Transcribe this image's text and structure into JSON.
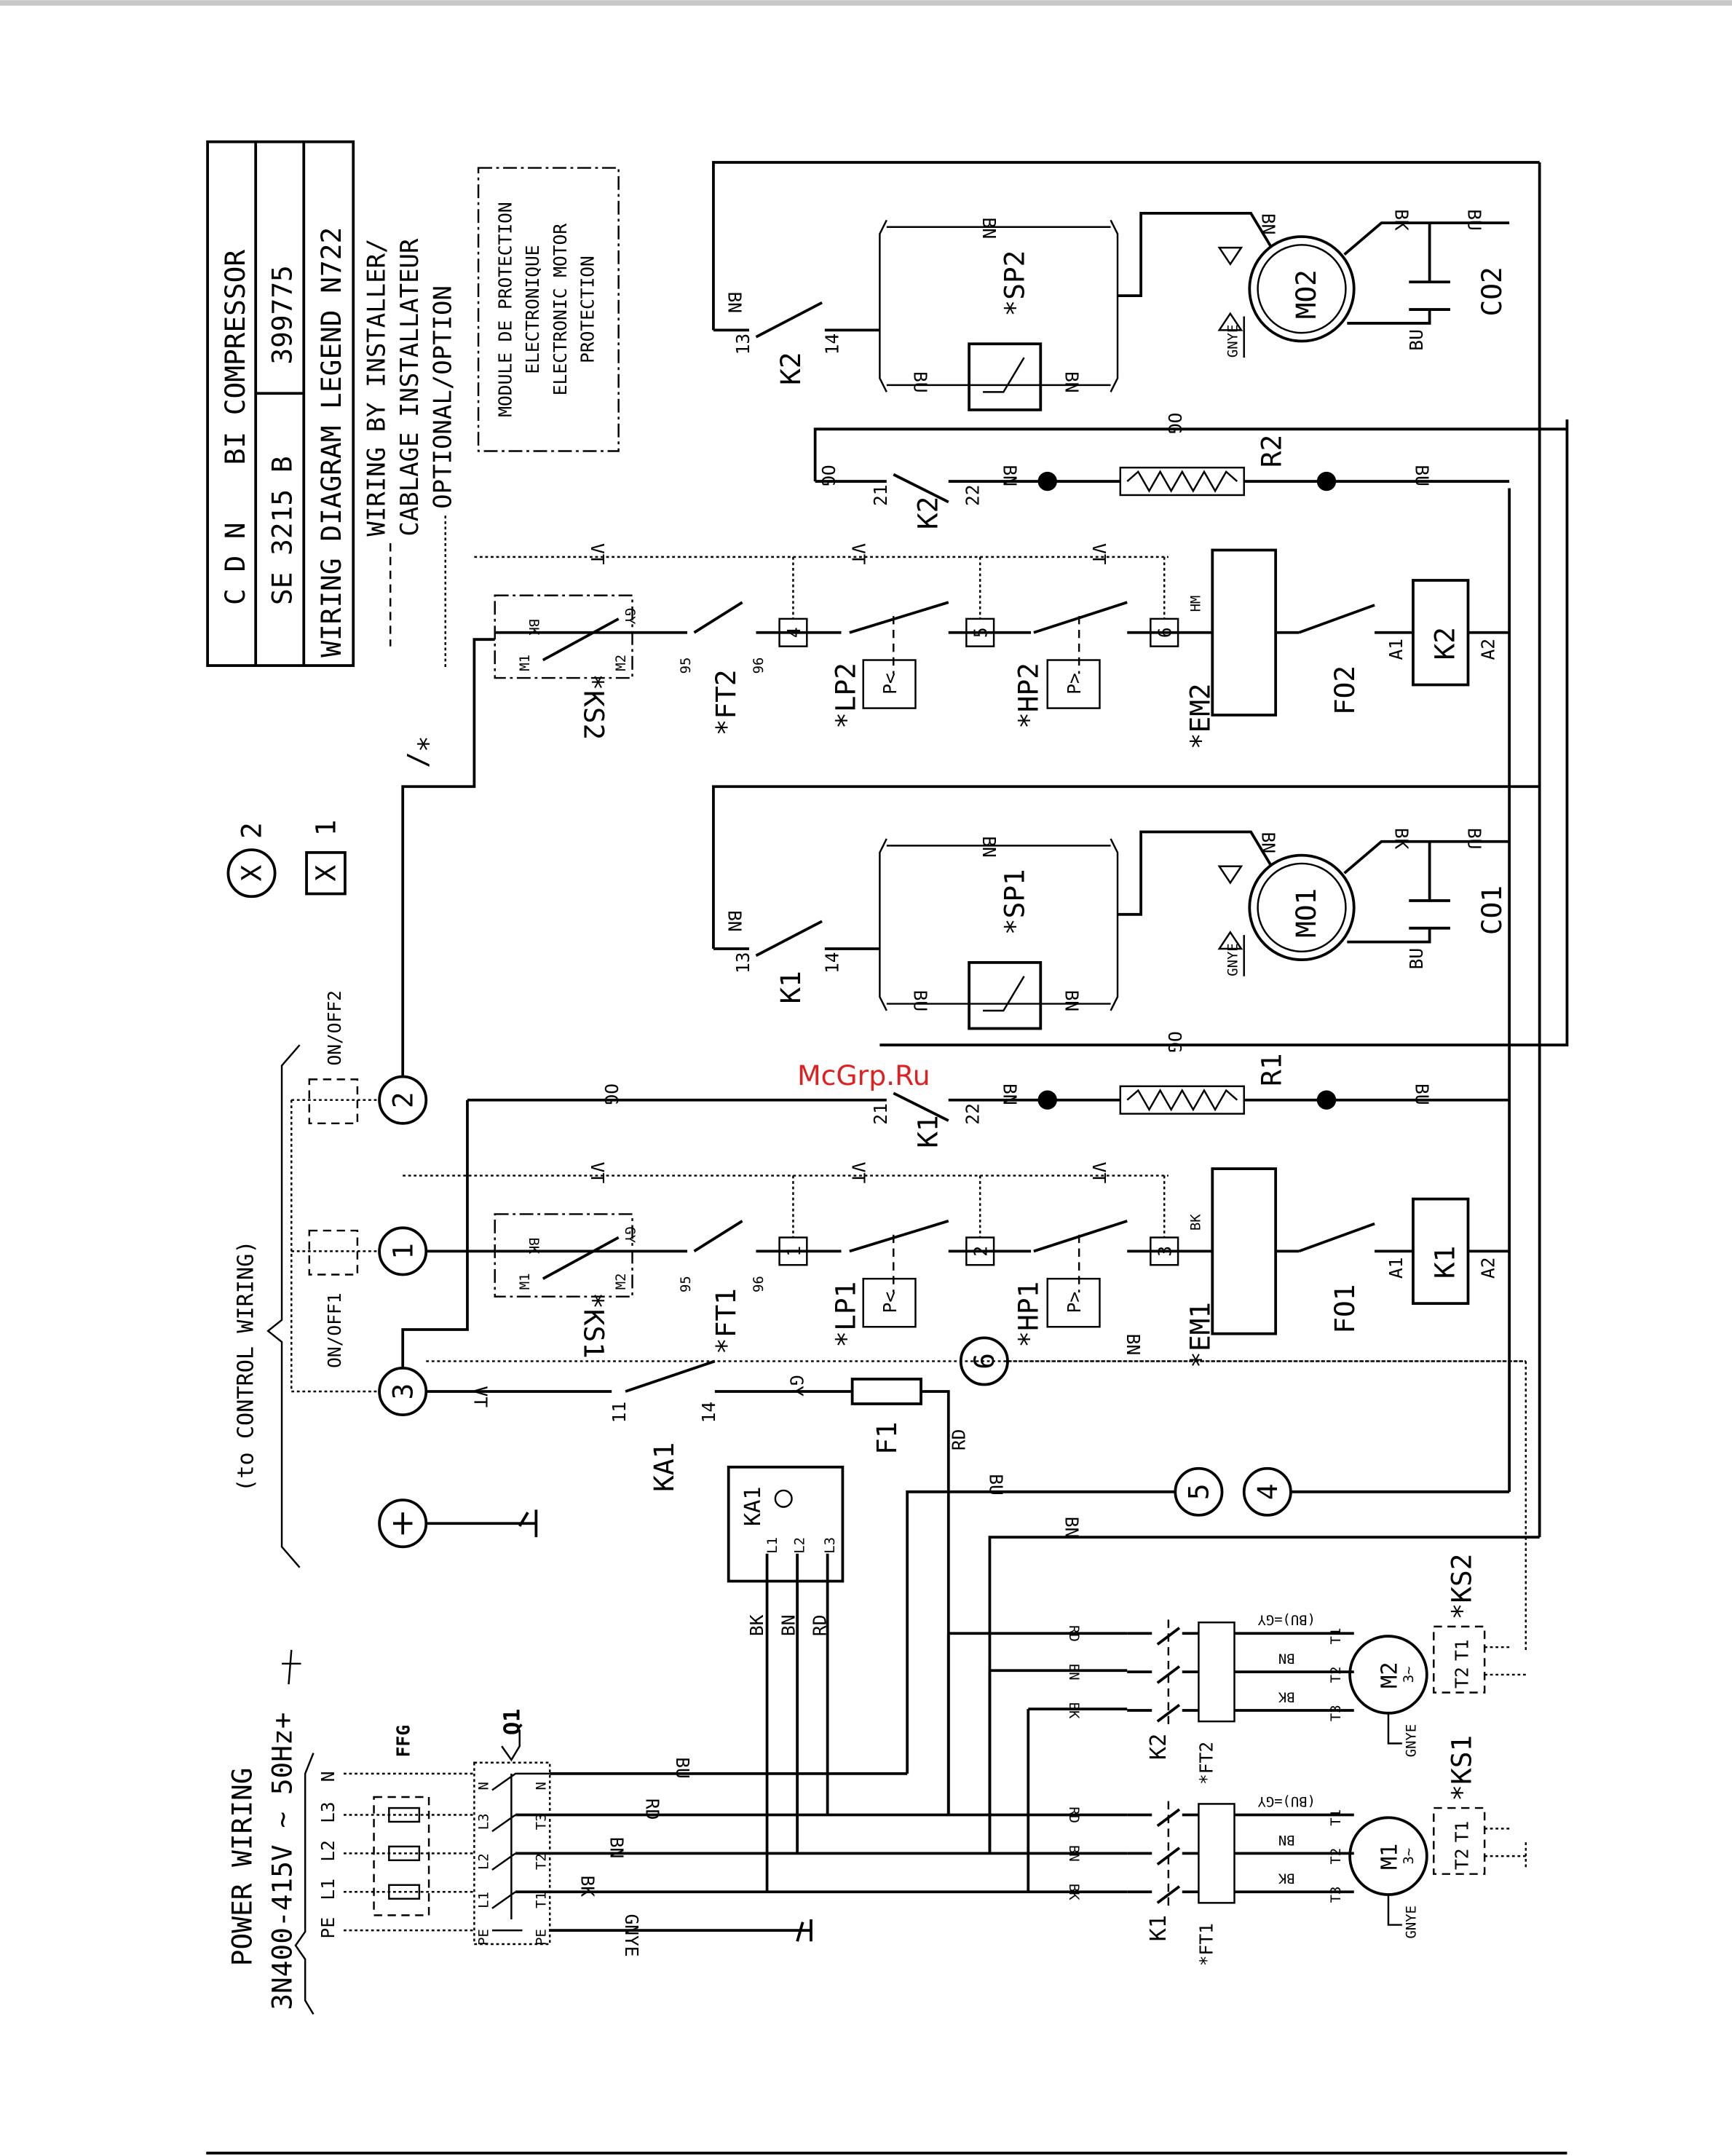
{
  "title_block": {
    "row1_left": "C D N",
    "row1_right": "BI COMPRESSOR",
    "row2_left": "SE 3215 B",
    "row2_right": "399775",
    "row3": "WIRING DIAGRAM LEGEND N722"
  },
  "legend": {
    "installer_en": "WIRING BY INSTALLER/",
    "installer_fr": "CABLAGE INSTALLATEUR",
    "optional": "OPTIONAL/OPTION",
    "star": "*/",
    "module": [
      "MODULE DE PROTECTION",
      "ELECTRONIQUE",
      "ELECTRONIC MOTOR",
      "PROTECTION"
    ],
    "qty_circle_symbol": "X",
    "qty_circle_count": "2",
    "qty_box_symbol": "X",
    "qty_box_count": "1"
  },
  "control": {
    "title": "(to CONTROL WIRING)",
    "on_off1": "ON/OFF1",
    "on_off2": "ON/OFF2",
    "terminals": [
      "1",
      "2",
      "3",
      "4",
      "5",
      "6"
    ]
  },
  "power": {
    "title": "POWER WIRING",
    "supply": "3N400-415V ~ 50Hz+",
    "inputs": [
      "PE",
      "L1",
      "L2",
      "L3",
      "N"
    ],
    "switch_in": [
      "PE",
      "L1",
      "L2",
      "L3",
      "N"
    ],
    "switch_out": [
      "PE",
      "T1",
      "T2",
      "T3",
      "N"
    ],
    "ffg": "FFG",
    "q1": "Q1",
    "wires": [
      "BU",
      "RD",
      "BN",
      "BK",
      "GNYE"
    ]
  },
  "relay": {
    "ka1": "KA1",
    "ka1_terminals": [
      "L1",
      "L2",
      "L3"
    ],
    "ka1_wires": [
      "BK",
      "BN",
      "RD"
    ],
    "contact_11": "11",
    "contact_14": "14",
    "f1": "F1",
    "vt": "VT",
    "gy": "GY",
    "rd": "RD",
    "bu": "BU",
    "bn": "BN",
    "bn2": "BN"
  },
  "circuits": [
    {
      "ks": "*KS1",
      "ft": "*FT1",
      "lp": "*LP1",
      "hp": "*HP1",
      "em": "*EM1",
      "fo": "FO1",
      "k": "K1",
      "r": "R1",
      "sp": "*SP1",
      "mo": "MO1",
      "co": "CO1",
      "box_terms": [
        "1",
        "2",
        "3"
      ],
      "p_low": "P<",
      "p_high": "P>",
      "m1": "M1",
      "m2": "M2",
      "bk": "BK",
      "gy": "GY",
      "c95": "95",
      "c96": "96",
      "og": "OG",
      "vt": "VT",
      "a1": "A1",
      "a2": "A2",
      "c21": "21",
      "c22": "22",
      "c13": "13",
      "c14": "14",
      "bn": "BN",
      "bu": "BU",
      "gnye": "GNYE",
      "mo_bk": "BK",
      "em_wire": "BK"
    },
    {
      "ks": "*KS2",
      "ft": "*FT2",
      "lp": "*LP2",
      "hp": "*HP2",
      "em": "*EM2",
      "fo": "FO2",
      "k": "K2",
      "r": "R2",
      "sp": "*SP2",
      "mo": "MO2",
      "co": "CO2",
      "box_terms": [
        "4",
        "5",
        "6"
      ],
      "p_low": "P<",
      "p_high": "P>",
      "m1": "M1",
      "m2": "M2",
      "bk": "BK",
      "gy": "GY",
      "c95": "95",
      "c96": "96",
      "og": "OG",
      "vt": "VT",
      "a1": "A1",
      "a2": "A2",
      "c21": "21",
      "c22": "22",
      "c13": "13",
      "c14": "14",
      "bn": "BN",
      "bu": "BU",
      "gnye": "GNYE",
      "mo_bk": "BK",
      "em_wire": "HM"
    }
  ],
  "motors": [
    {
      "contactor": "K1",
      "overload": "*FT1",
      "motor": "M1",
      "phase": "3~",
      "protector": "*KS1",
      "wires_in": [
        "RD",
        "BN",
        "BK"
      ],
      "wires_out": [
        "(BU)=GY",
        "BN",
        "BK"
      ],
      "terms": [
        "T1",
        "T2",
        "T3"
      ],
      "kst": [
        "T2",
        "T1"
      ],
      "gnye": "GNYE"
    },
    {
      "contactor": "K2",
      "overload": "*FT2",
      "motor": "M2",
      "phase": "3~",
      "protector": "*KS2",
      "wires_in": [
        "RD",
        "BN",
        "BK"
      ],
      "wires_out": [
        "(BU)=GY",
        "BN",
        "BK"
      ],
      "terms": [
        "T1",
        "T2",
        "T3"
      ],
      "kst": [
        "T2",
        "T1"
      ],
      "gnye": "GNYE"
    }
  ],
  "watermark": "McGrp.Ru",
  "colors": {
    "line": "#000000",
    "watermark": "#e02020",
    "top_rule": "#c8c8c8"
  }
}
